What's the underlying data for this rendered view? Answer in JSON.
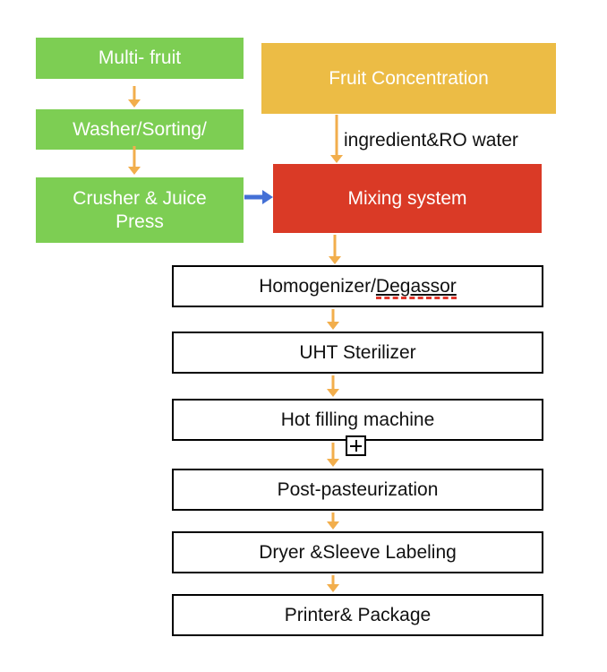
{
  "colors": {
    "green_box": "#7DCE53",
    "yellow_box": "#ECBC45",
    "red_box": "#DA3A26",
    "arrow_orange": "#F2AE4C",
    "arrow_blue": "#4470D6",
    "process_box_border": "#000000",
    "spellcheck_underline_red": "#E0362B",
    "light_text": "#FFFFFF",
    "dark_text": "#111111"
  },
  "icons": {
    "down_arrow": "down-arrow-icon",
    "right_arrow": "right-arrow-icon",
    "anchor_plus": "object-anchor-plus-icon",
    "anchor_plus_glyph": "+"
  },
  "source_nodes": {
    "multi_fruit": {
      "label": "Multi- fruit"
    },
    "washer": {
      "label": "Washer/Sorting/"
    },
    "crusher": {
      "label": "Crusher & Juice Press"
    },
    "fruit_concentration": {
      "label": "Fruit Concentration"
    },
    "mixing_system": {
      "label": "Mixing system"
    }
  },
  "flow_annotations": {
    "ingredient": "ingredient&RO water"
  },
  "process_chain": [
    {
      "label": "Homogenizer/Degassor",
      "label_prefix": "Homogenizer/",
      "misspelled_word": "Degassor"
    },
    {
      "label": "UHT Sterilizer"
    },
    {
      "label": "Hot filling machine"
    },
    {
      "label": "Post-pasteurization"
    },
    {
      "label": "Dryer &Sleeve Labeling"
    },
    {
      "label": "Printer& Package"
    }
  ]
}
